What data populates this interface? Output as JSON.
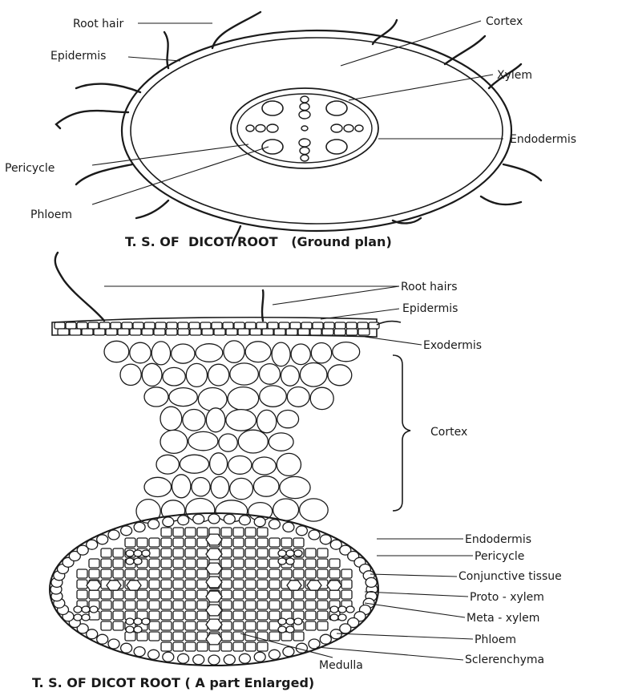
{
  "top_diagram": {
    "title": "T. S. OF  DICOT ROOT   (Ground plan)",
    "labels": {
      "root_hair": "Root hair",
      "epidermis": "Epidermis",
      "cortex": "Cortex",
      "xylem": "Xylem",
      "endodermis": "Endodermis",
      "pericycle": "Pericycle",
      "phloem": "Phloem"
    }
  },
  "bottom_diagram": {
    "title": "T. S. OF DICOT ROOT ( A part Enlarged)",
    "labels": {
      "root_hairs": "Root hairs",
      "epidermis": "Epidermis",
      "exodermis": "Exodermis",
      "cortex": "Cortex",
      "endodermis": "Endodermis",
      "pericycle": "Pericycle",
      "conjunctive_tissue": "Conjunctive tissue",
      "proto_xylem": "Proto - xylem",
      "meta_xylem": "Meta - xylem",
      "phloem": "Phloem",
      "sclerenchyma": "Sclerenchyma",
      "medulla": "Medulla"
    }
  },
  "colors": {
    "ink": "#1a1a1a",
    "background": "#ffffff"
  }
}
